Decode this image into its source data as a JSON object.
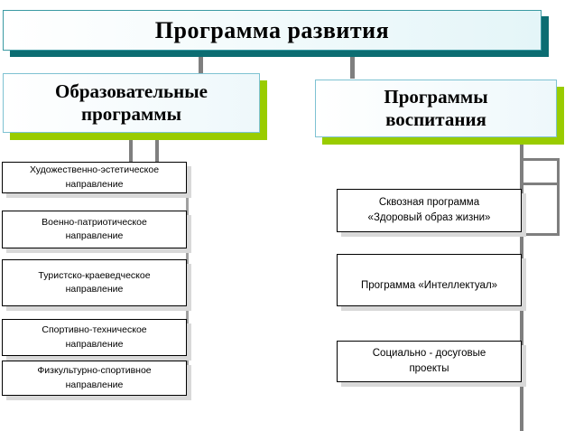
{
  "title": "Программа  развития",
  "branches": {
    "left": {
      "label_lines": [
        "Образовательные",
        "программы"
      ],
      "items": [
        [
          "Художественно-эстетическое",
          "направление"
        ],
        [
          "Военно-патриотическое",
          "направление"
        ],
        [
          "Туристско-краеведческое",
          "направление"
        ],
        [
          "Спортивно-техническое",
          "направление"
        ],
        [
          "Физкультурно-спортивное",
          "направление"
        ]
      ]
    },
    "right": {
      "label_lines": [
        "Программы",
        "воспитания"
      ],
      "items": [
        [
          "Сквозная программа",
          "«Здоровый образ жизни»"
        ],
        [
          "Программа «Интеллектуал»"
        ],
        [
          "Социально - досуговые",
          "проекты"
        ]
      ]
    }
  },
  "colors": {
    "title_shadow": "#0c6d72",
    "heading_shadow": "#99cc00",
    "connector": "#7f7f7f"
  }
}
